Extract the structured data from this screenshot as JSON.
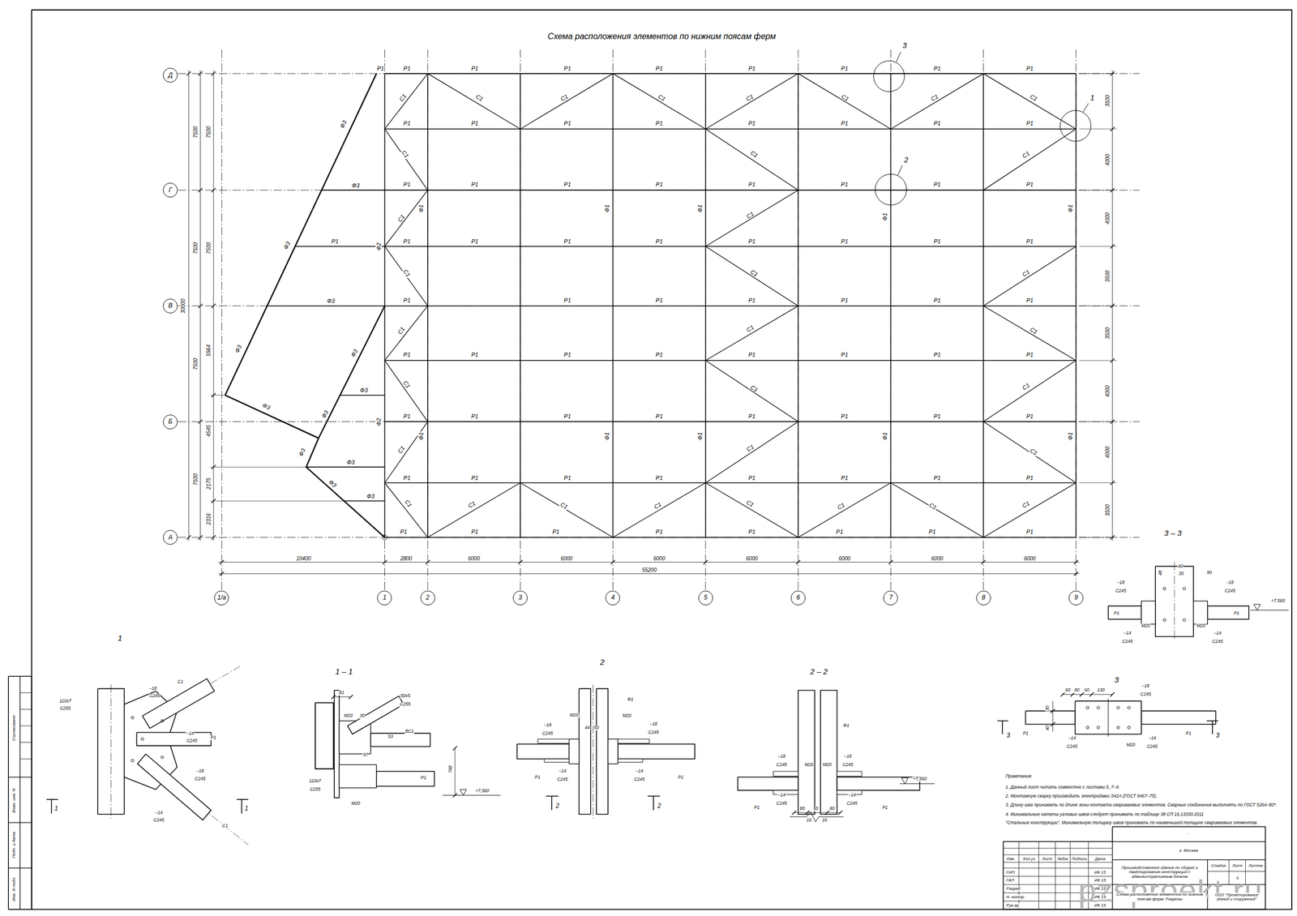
{
  "diagram": {
    "title": "Схема расположения элементов по нижним поясам ферм",
    "nodes": [
      {
        "text": [
          "Д"
        ]
      },
      {
        "text": [
          "Г"
        ]
      },
      {
        "text": [
          "В"
        ]
      },
      {
        "text": [
          "Б"
        ]
      },
      {
        "text": [
          "А"
        ]
      },
      {
        "text": [
          "1/а"
        ]
      },
      {
        "text": [
          "1"
        ]
      },
      {
        "text": [
          "2"
        ]
      },
      {
        "text": [
          "3"
        ]
      },
      {
        "text": [
          "4"
        ]
      },
      {
        "text": [
          "5"
        ]
      },
      {
        "text": [
          "6"
        ]
      },
      {
        "text": [
          "7"
        ]
      },
      {
        "text": [
          "8"
        ]
      },
      {
        "text": [
          "9"
        ]
      },
      {
        "text": [
          "3"
        ]
      },
      {
        "text": [
          "2"
        ]
      },
      {
        "text": [
          "1"
        ]
      }
    ],
    "labels": [
      "Р1",
      "Р1",
      "Р1",
      "Р1",
      "Р1",
      "Р1",
      "Р1",
      "Р1",
      "Р1",
      "Р1",
      "Р1",
      "Р1",
      "Р1",
      "Р1",
      "Р1",
      "Р1",
      "Р1",
      "Р1",
      "Р1",
      "Р1",
      "Р1",
      "Р1",
      "Р1",
      "Р1",
      "Р1",
      "Р1",
      "Р1",
      "Р1",
      "Р1",
      "Р1",
      "Р1",
      "Р1",
      "Р1",
      "Р1",
      "Р1",
      "Р1",
      "Р1",
      "Р1",
      "Р1",
      "Р1",
      "Р1",
      "Р1",
      "Р1",
      "Р1",
      "Р1",
      "Р1",
      "Р1",
      "Р1",
      "Р1",
      "Р1",
      "Р1",
      "Р1",
      "Р1",
      "Р1",
      "Р1",
      "Р1",
      "Р1",
      "Р1",
      "Р1",
      "Р1",
      "Р1",
      "Р1",
      "Р1",
      "Р1",
      "Р1",
      "Р1",
      "Р1",
      "Р1",
      "Р1",
      "Р1",
      "Р1",
      "Р1",
      "Р1",
      "С1",
      "С1",
      "С1",
      "С1",
      "С1",
      "С1",
      "С1",
      "С1",
      "С1",
      "С1",
      "С1",
      "С1",
      "С1",
      "С1",
      "С1",
      "С1",
      "С1",
      "С1",
      "С1",
      "С1",
      "С1",
      "С1",
      "С1",
      "С1",
      "С1",
      "С1",
      "С1",
      "С1",
      "С1",
      "С1",
      "С1",
      "С1",
      "С1",
      "Ф1",
      "Ф1",
      "Ф1",
      "Ф1",
      "Ф1",
      "Ф1",
      "Ф1",
      "Ф1",
      "Ф1",
      "Ф1",
      "Ф2",
      "Ф2",
      "Ф3",
      "Ф3",
      "Ф3",
      "Ф3",
      "Ф3",
      "Ф3",
      "Ф3",
      "Ф3",
      "Ф3",
      "Ф3",
      "Ф3",
      "Ф3",
      "Ф3",
      "30000",
      "7500",
      "7500",
      "7500",
      "7500",
      "7500",
      "7500",
      "5964",
      "4545",
      "2175",
      "2316",
      "3500",
      "4000",
      "4000",
      "3500",
      "3500",
      "4000",
      "4000",
      "3500",
      "10400",
      "2800",
      "6000",
      "6000",
      "6000",
      "6000",
      "6000",
      "6000",
      "6000",
      "55200",
      "1",
      "1 – 1",
      "2",
      "2 – 2",
      "3",
      "3 – 3",
      "1",
      "1",
      "2",
      "2",
      "3",
      "3",
      "110х7",
      "С255",
      "–18",
      "С245",
      "С1",
      "–14",
      "С245",
      "Р1",
      "–18",
      "С245",
      "С1",
      "–14",
      "С245",
      "81",
      "М20",
      "50х5",
      "С255",
      "ВС1",
      "Р1",
      "110х7",
      "С255",
      "М20",
      "+7,560",
      "768",
      "30",
      "97",
      "53",
      "–18",
      "С245",
      "М20",
      "М20",
      "–18",
      "С245",
      "Ф1",
      "Р1",
      "Р1",
      "–14",
      "С245",
      "–14",
      "С245",
      "44",
      "50",
      "Ф1",
      "–18",
      "С245",
      "–18",
      "С245",
      "М20",
      "М20",
      "–14",
      "С245",
      "–14",
      "С245",
      "Р1",
      "Р1",
      "+7,560",
      "80",
      "50",
      "80",
      "16",
      "16",
      "–18",
      "С245",
      "60",
      "80",
      "60",
      "130",
      "Р1",
      "Р1",
      "–14",
      "С245",
      "М20",
      "–14",
      "С245",
      "30",
      "40",
      "–18",
      "С245",
      "–18",
      "С245",
      "Р1",
      "Р1",
      "М20",
      "М20",
      "–14",
      "С245",
      "–14",
      "С245",
      "+7,560",
      "40",
      "30",
      "90",
      "48",
      "Примечания:",
      "1. Данный лист читать совместно с листами 5, 7–9.",
      "2. Монтажную сварку производить электродами Э42А (ГОСТ 9467–75).",
      "3. Длину шва принимать по длине зоны контакта свариваемых элементов. Сварные соединения выполнять по ГОСТ 5264–80*.",
      "4. Минимальные катеты угловых швов следует принимать по таблице 38 СП 16.13330.2011",
      "\"Стальные конструкции\". Минимальную толщину швов принимать по наименьшей толщине свариваемых элементов.",
      "-",
      "Изм.",
      "Кол.уч",
      "Лист",
      "№док",
      "Подпись",
      "Дата",
      "ГИП",
      "ГАП",
      "Разраб",
      "Н. контр",
      "Рук.гр.",
      "ИК 15",
      "ИК 15",
      "ИК 15",
      "ИК 15",
      "ИК 15",
      "г. Москва",
      "Производственное здание по сборке и пакетированию конструкций с административным блоком",
      "Схема расположения элементов по нижним поясам ферм. Разрезы",
      "Стадия",
      "Лист",
      "Листов",
      "6",
      "ООО \"Проектирование зданий и сооружений\"",
      "Согласовано",
      "Взам. инв. N",
      "Подп. и дата",
      "Инв. N подл.",
      "pzsproekt.ru"
    ]
  }
}
